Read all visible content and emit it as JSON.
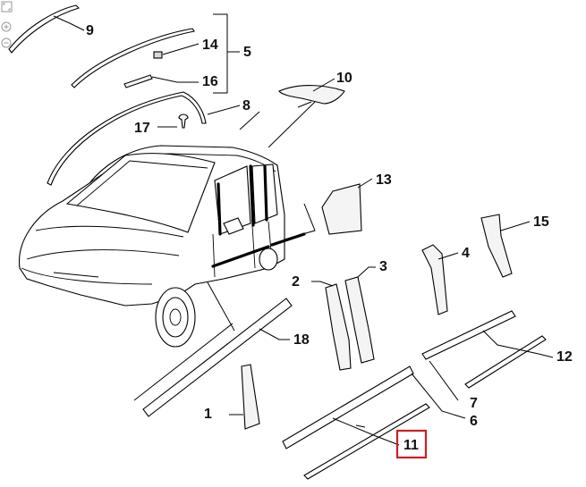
{
  "callouts": {
    "p1": "1",
    "p2": "2",
    "p3": "3",
    "p4": "4",
    "p5": "5",
    "p6": "6",
    "p7": "7",
    "p8": "8",
    "p9": "9",
    "p10": "10",
    "p11": "11",
    "p12": "12",
    "p13": "13",
    "p14": "14",
    "p15": "15",
    "p16": "16",
    "p17": "17",
    "p18": "18"
  },
  "highlight": {
    "part": "11",
    "color": "#cc1f1f"
  },
  "toolbar_icons": [
    "expand-icon",
    "zoom-in-icon",
    "zoom-out-icon"
  ]
}
